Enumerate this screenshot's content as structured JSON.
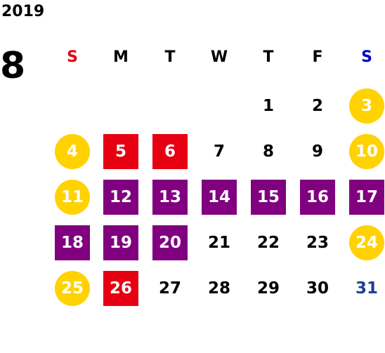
{
  "calendar": {
    "year": "2019",
    "month": "8",
    "weekdays": [
      {
        "label": "S",
        "color": "#e60012"
      },
      {
        "label": "M",
        "color": "#000000"
      },
      {
        "label": "T",
        "color": "#000000"
      },
      {
        "label": "W",
        "color": "#000000"
      },
      {
        "label": "T",
        "color": "#000000"
      },
      {
        "label": "F",
        "color": "#000000"
      },
      {
        "label": "S",
        "color": "#0000cc"
      }
    ],
    "colors": {
      "weekend_circle": "#ffd200",
      "red_holiday": "#e60012",
      "purple_closed": "#800080",
      "blue_text": "#1f3f8f"
    },
    "days": [
      {
        "day": "1",
        "style": "plain"
      },
      {
        "day": "2",
        "style": "plain"
      },
      {
        "day": "3",
        "style": "circle-yellow"
      },
      {
        "day": "4",
        "style": "circle-yellow"
      },
      {
        "day": "5",
        "style": "square-red"
      },
      {
        "day": "6",
        "style": "square-red"
      },
      {
        "day": "7",
        "style": "plain"
      },
      {
        "day": "8",
        "style": "plain"
      },
      {
        "day": "9",
        "style": "plain"
      },
      {
        "day": "10",
        "style": "circle-yellow"
      },
      {
        "day": "11",
        "style": "circle-yellow"
      },
      {
        "day": "12",
        "style": "square-purple"
      },
      {
        "day": "13",
        "style": "square-purple"
      },
      {
        "day": "14",
        "style": "square-purple"
      },
      {
        "day": "15",
        "style": "square-purple"
      },
      {
        "day": "16",
        "style": "square-purple"
      },
      {
        "day": "17",
        "style": "square-purple"
      },
      {
        "day": "18",
        "style": "square-purple"
      },
      {
        "day": "19",
        "style": "square-purple"
      },
      {
        "day": "20",
        "style": "square-purple"
      },
      {
        "day": "21",
        "style": "plain"
      },
      {
        "day": "22",
        "style": "plain"
      },
      {
        "day": "23",
        "style": "plain"
      },
      {
        "day": "24",
        "style": "circle-yellow"
      },
      {
        "day": "25",
        "style": "circle-yellow"
      },
      {
        "day": "26",
        "style": "square-red"
      },
      {
        "day": "27",
        "style": "plain"
      },
      {
        "day": "28",
        "style": "plain"
      },
      {
        "day": "29",
        "style": "plain"
      },
      {
        "day": "30",
        "style": "plain"
      },
      {
        "day": "31",
        "style": "blue-text"
      }
    ]
  }
}
